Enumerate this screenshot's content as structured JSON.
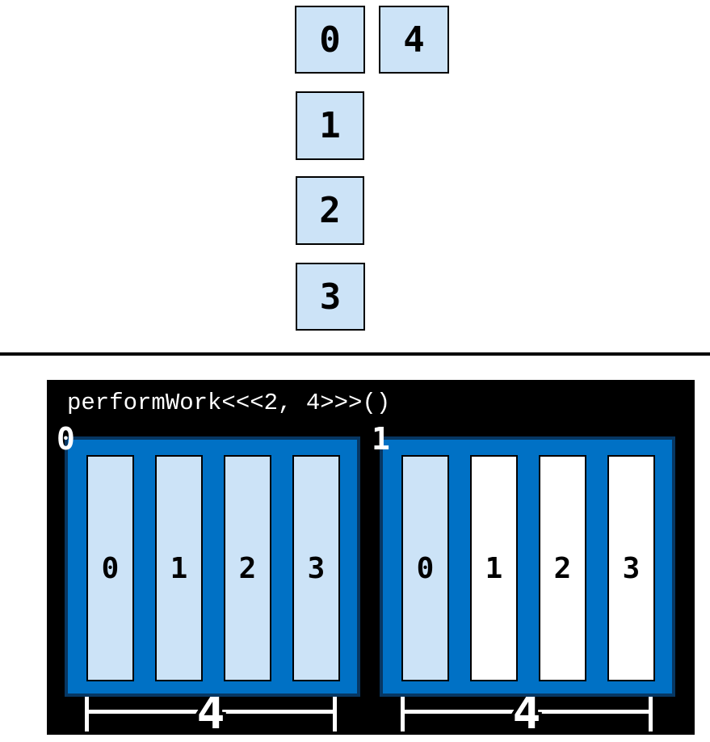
{
  "colors": {
    "light_blue": "#cce3f7",
    "bright_blue": "#0071c5",
    "dark_blue": "#073763",
    "panel_bg": "#000000",
    "text_light": "#ffffff"
  },
  "top_figure": {
    "column_boxes": [
      {
        "label": "0"
      },
      {
        "label": "1"
      },
      {
        "label": "2"
      },
      {
        "label": "3"
      }
    ],
    "side_box": {
      "label": "4"
    }
  },
  "panel": {
    "code_label": "performWork<<<2, 4>>>()",
    "blocks": [
      {
        "label": "0",
        "size_label": "4",
        "threads": [
          {
            "label": "0",
            "highlighted": true
          },
          {
            "label": "1",
            "highlighted": true
          },
          {
            "label": "2",
            "highlighted": true
          },
          {
            "label": "3",
            "highlighted": true
          }
        ]
      },
      {
        "label": "1",
        "size_label": "4",
        "threads": [
          {
            "label": "0",
            "highlighted": true
          },
          {
            "label": "1",
            "highlighted": false
          },
          {
            "label": "2",
            "highlighted": false
          },
          {
            "label": "3",
            "highlighted": false
          }
        ]
      }
    ]
  }
}
